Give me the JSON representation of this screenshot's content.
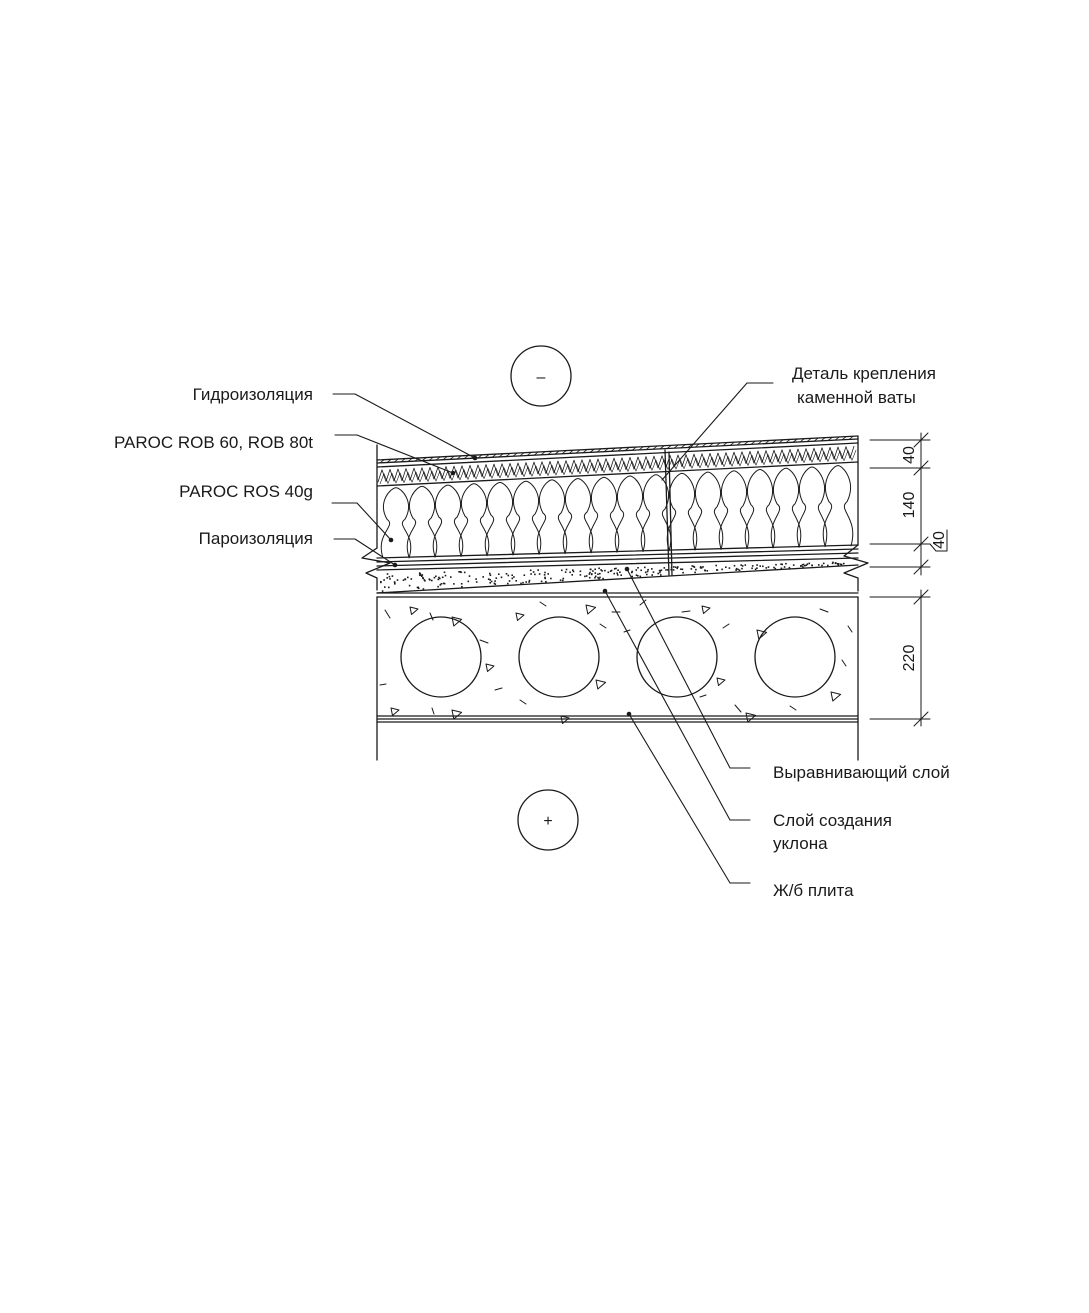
{
  "zones": {
    "minus_sign": "–",
    "plus_sign": "+"
  },
  "left_labels": {
    "waterproofing": "Гидроизоляция",
    "rob": "PAROC ROB 60, ROB 80t",
    "ros": "PAROC ROS 40g",
    "vapor_barrier": "Пароизоляция"
  },
  "right_labels": {
    "fastener_line1": "Деталь крепления",
    "fastener_line2": "каменной ваты",
    "leveling": "Выравнивающий слой",
    "slope_line1": "Слой создания",
    "slope_line2": "уклона",
    "slab": "Ж/б плита"
  },
  "dimensions": {
    "top_layer": "40",
    "main_layer": "140",
    "side_layer": "40",
    "slab": "220"
  },
  "colors": {
    "ink": "#1a1a1a",
    "background": "#ffffff"
  }
}
